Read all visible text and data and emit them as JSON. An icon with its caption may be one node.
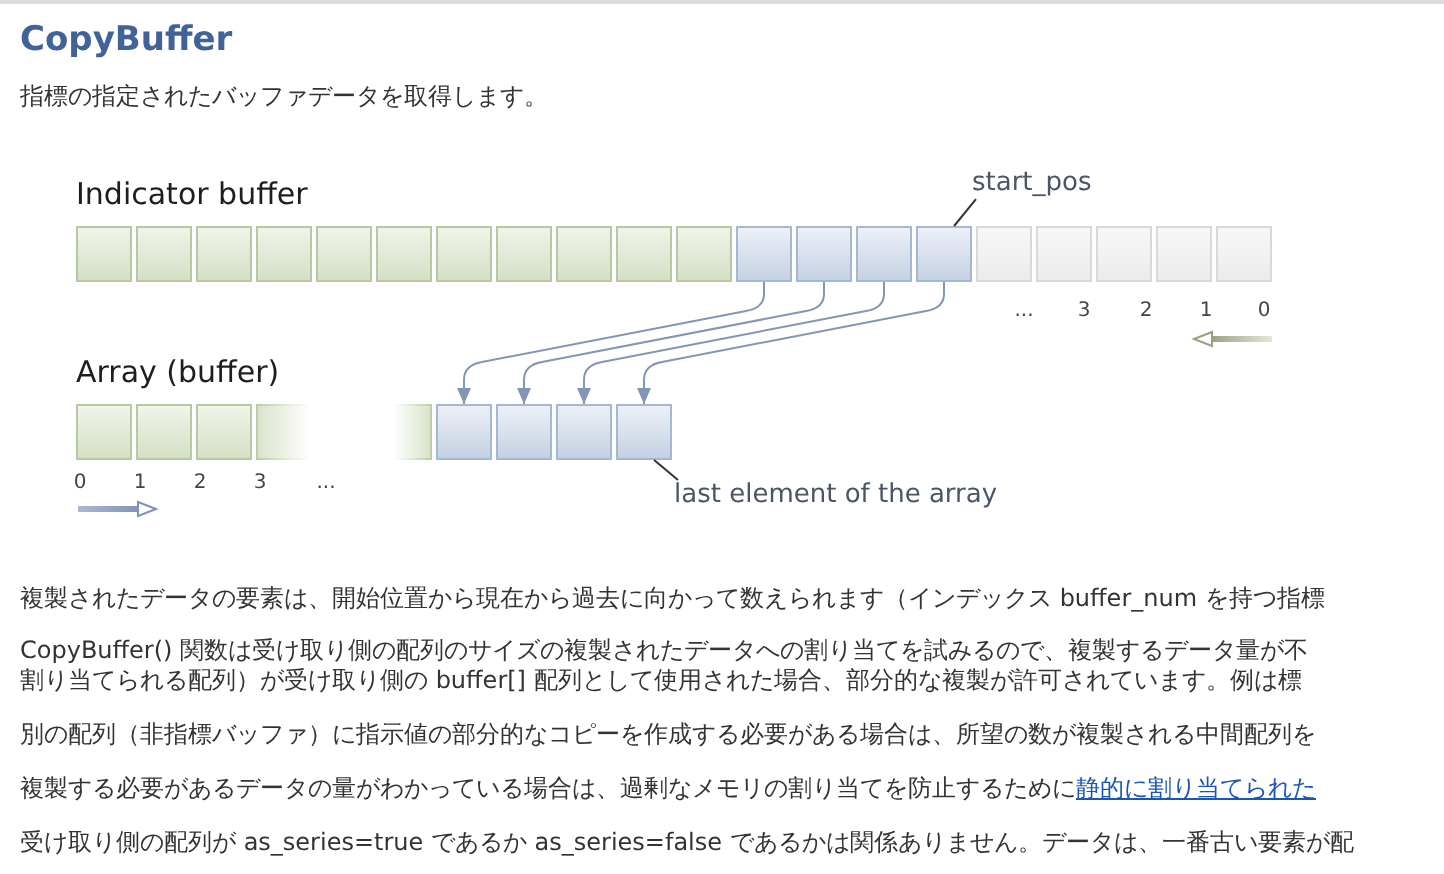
{
  "diagram": {
    "title": "CopyBuffer",
    "nodes": [
      {
        "text": [
          "start_pos"
        ]
      },
      {
        "text": [],
        "shape": "box"
      },
      {
        "text": [],
        "shape": "box"
      },
      {
        "text": [],
        "shape": "box"
      },
      {
        "text": [],
        "shape": "box"
      },
      {
        "text": [],
        "shape": "box"
      },
      {
        "text": [],
        "shape": "box"
      },
      {
        "text": [],
        "shape": "box"
      },
      {
        "text": [],
        "shape": "box"
      },
      {
        "text": [
          "last element of the array"
        ]
      }
    ],
    "edges": [
      {
        "from": 0,
        "to": 4,
        "arrow": "none",
        "color": "#333333"
      },
      {
        "from": 1,
        "to": 5,
        "arrow": "to"
      },
      {
        "from": 2,
        "to": 6,
        "arrow": "to"
      },
      {
        "from": 3,
        "to": 7,
        "arrow": "to"
      },
      {
        "from": 4,
        "to": 8,
        "arrow": "to"
      },
      {
        "from": 9,
        "to": 8,
        "arrow": "none",
        "color": "#333333"
      }
    ],
    "labels": [
      "指標の指定されたバッファデータを取得します。",
      "Indicator buffer",
      "...",
      "3",
      "2",
      "1",
      "0",
      "Array (buffer)",
      "0",
      "1",
      "2",
      "3",
      "...",
      "複製されたデータの要素は、開始位置から現在から過去に向かって数えられます（インデックス buffer_num を持つ指標",
      "CopyBuffer() 関数は受け取り側の配列のサイズの複製されたデータへの割り当てを試みるので、複製するデータ量が不",
      "割り当てられる配列）が受け取り側の buffer[] 配列として使用された場合、部分的な複製が許可されています。例は標",
      "別の配列（非指標バッファ）に指示値の部分的なコピーを作成する必要がある場合は、所望の数が複製される中間配列を",
      "複製する必要があるデータの量がわかっている場合は、過剰なメモリの割り当てを防止するために",
      "静的に割り当てられた",
      "受け取り側の配列が as_series=true であるか as_series=false であるかは関係ありません。データは、一番古い要素が配"
    ]
  }
}
